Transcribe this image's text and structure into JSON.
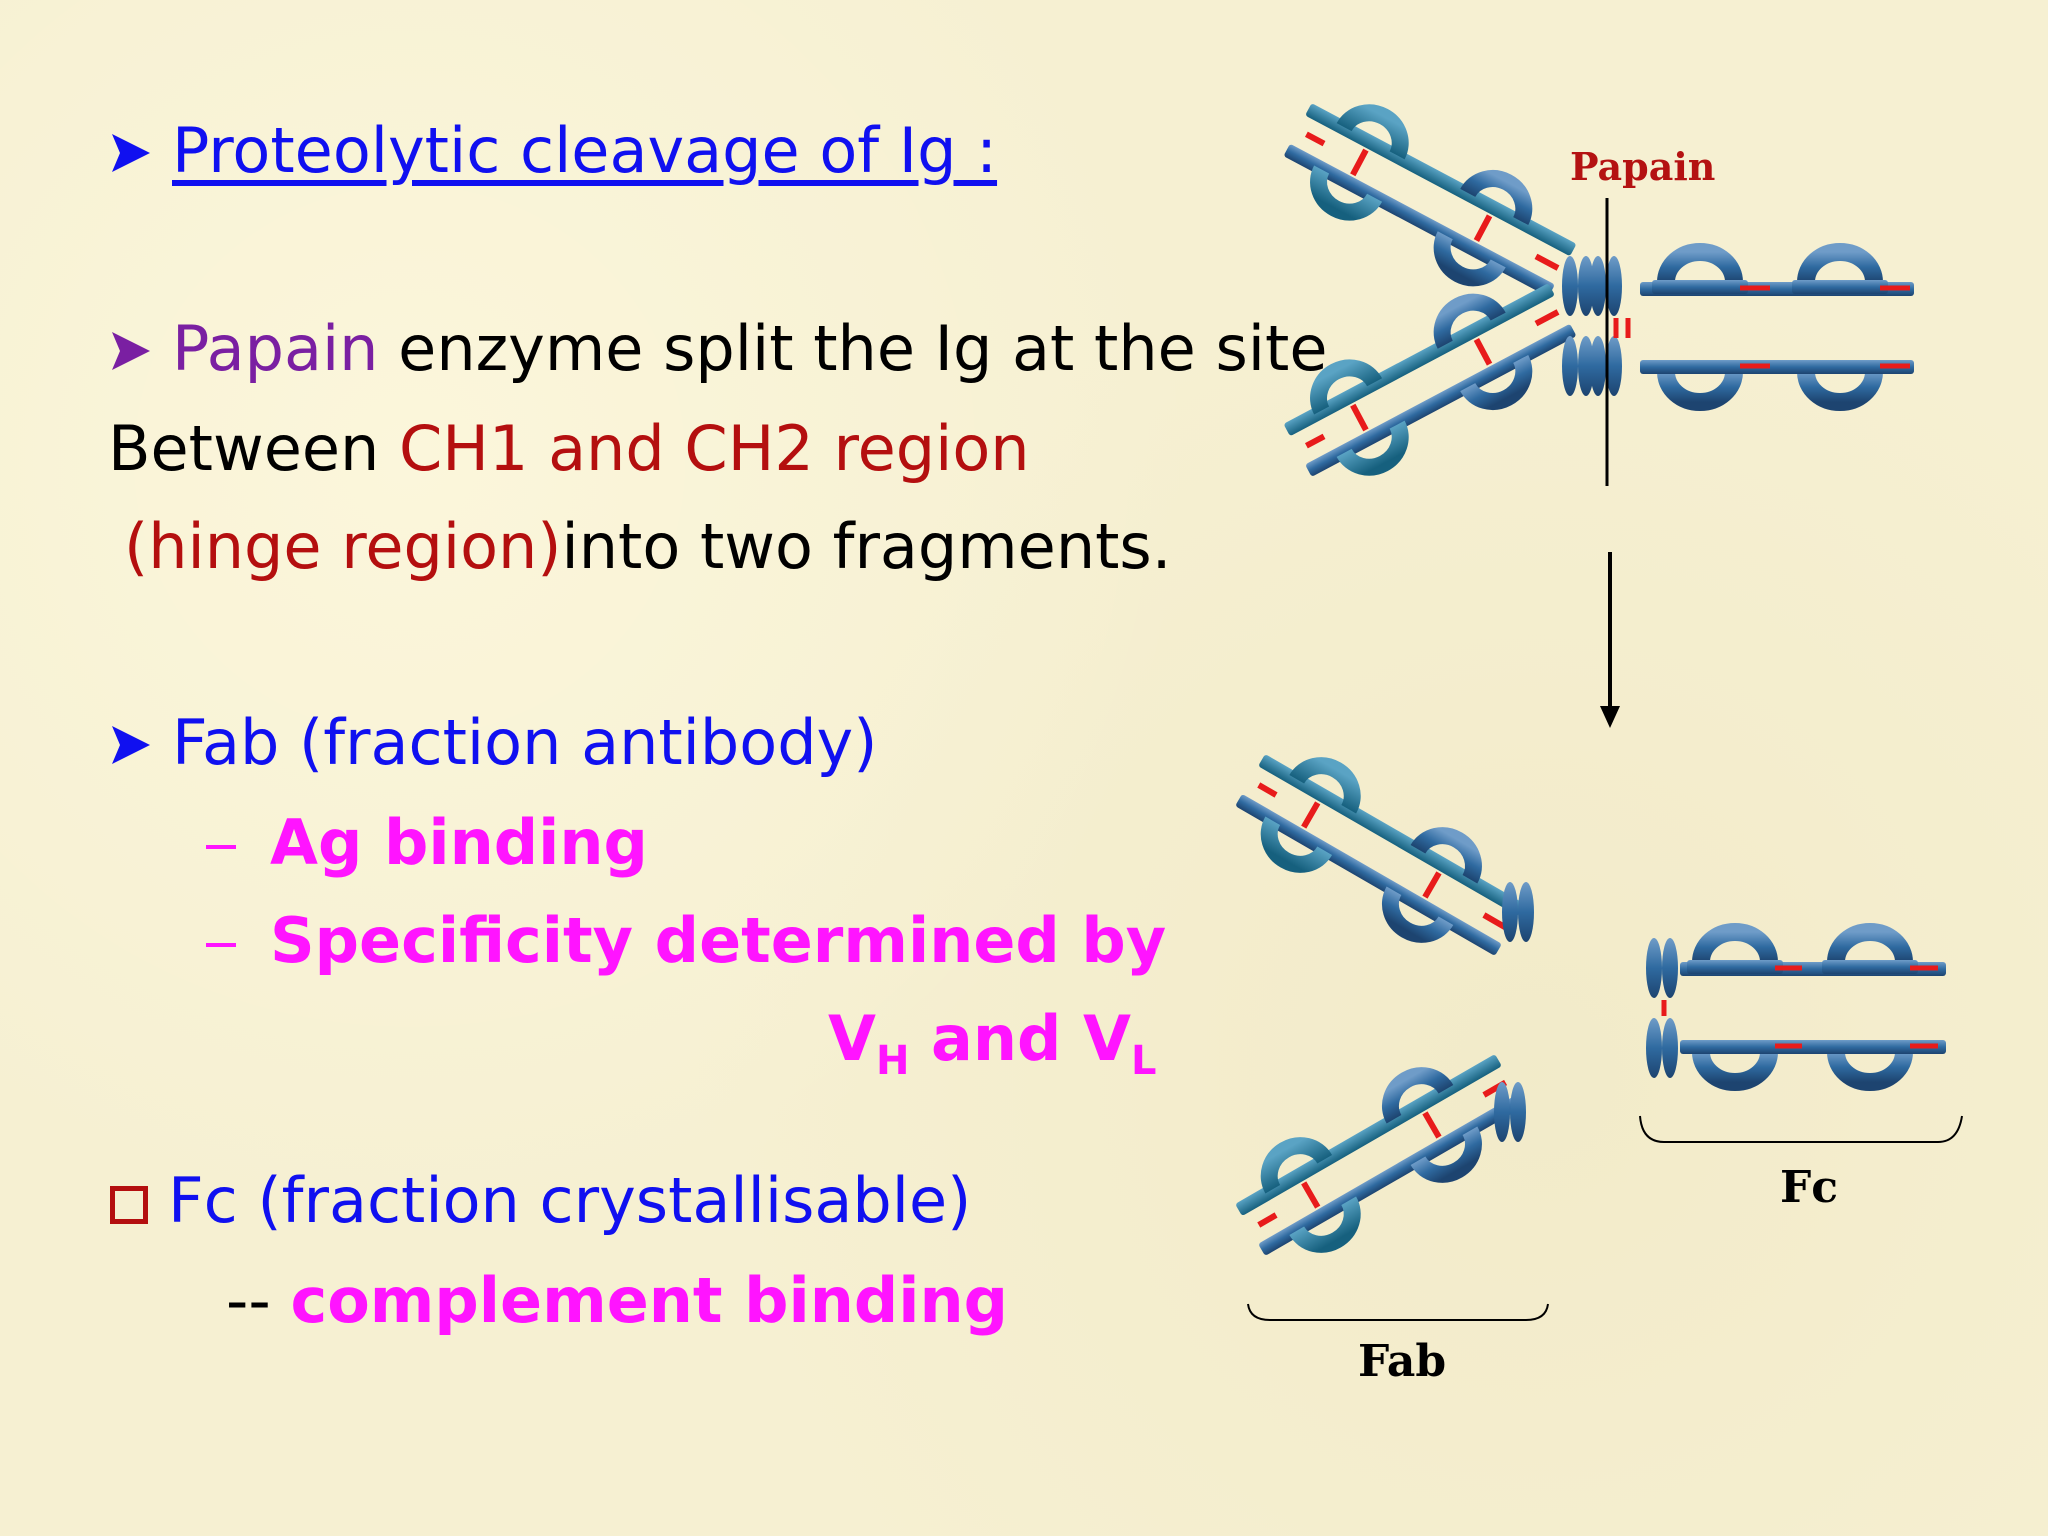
{
  "heading": "Proteolytic cleavage of Ig :",
  "papain_line": {
    "term": "Papain",
    "rest": " enzyme split the Ig at the site"
  },
  "between_line": {
    "prefix": "Between ",
    "regions": "CH1 and CH2 region"
  },
  "hinge_line": {
    "hinge": "(hinge region)",
    "rest": "into two fragments."
  },
  "fab_item": {
    "title": "Fab (fraction antibody)",
    "sub1": "Ag binding",
    "sub2": "Specificity determined by",
    "vh": "V",
    "vh_sub": "H",
    "and": " and ",
    "vl": "V",
    "vl_sub": "L"
  },
  "fc_item": {
    "title": "Fc (fraction crystallisable)",
    "dash": "-- ",
    "sub": "complement binding"
  },
  "diagram": {
    "papain_label": "Papain",
    "fab_label": "Fab",
    "fc_label": "Fc",
    "colors": {
      "domain": "#2f6aa0",
      "disulfide": "#e81b1b",
      "papain_text": "#b41212",
      "text_blue": "#1010f0",
      "text_magenta": "#ff14ff"
    }
  }
}
